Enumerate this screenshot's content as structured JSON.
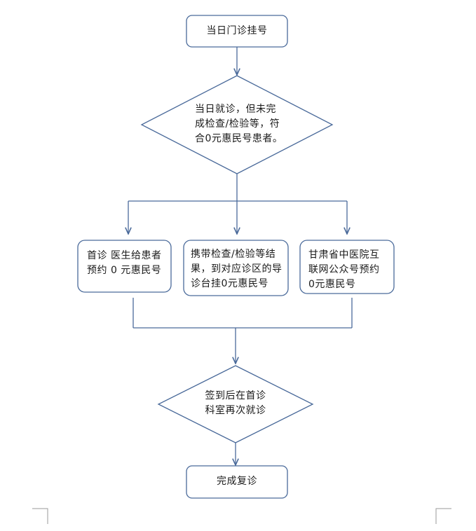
{
  "diagram": {
    "nodes": {
      "start": "当日门诊挂号",
      "decision": "当日就诊，但未完\n成检查/检验等，符\n合0元惠民号患者。",
      "option_left": "首诊 医生给患者\n预约 0 元惠民号",
      "option_middle": "携带检查/检验等结\n果，到对应诊区的导\n诊台挂0元惠民号",
      "option_right": "甘肃省中医院互\n联网公众号预约\n0元惠民号",
      "checkin": "签到后在首诊\n科室再次就诊",
      "end": "完成复诊"
    },
    "colors": {
      "stroke": "#4a6a9a",
      "text": "#1a1a1a"
    }
  }
}
